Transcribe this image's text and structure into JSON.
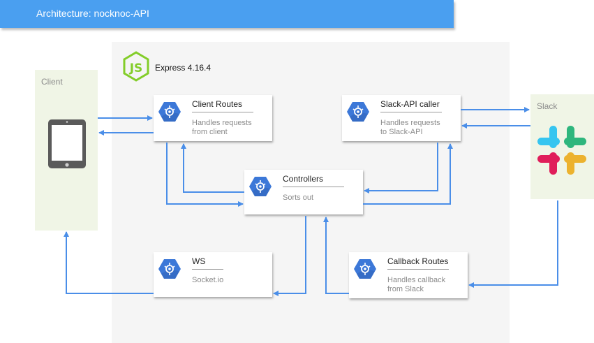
{
  "header": {
    "title": "Architecture:  nocknoc-API"
  },
  "express": {
    "label": "Express 4.16.4",
    "logo_text": "JS"
  },
  "client_zone": {
    "label": "Client"
  },
  "slack_zone": {
    "label": "Slack"
  },
  "nodes": {
    "client_routes": {
      "title": "Client Routes",
      "desc": "Handles requests\nfrom client"
    },
    "slack_api_caller": {
      "title": "Slack-API caller",
      "desc": "Handles requests\nto Slack-API"
    },
    "controllers": {
      "title": "Controllers",
      "desc": "Sorts out"
    },
    "ws": {
      "title": "WS",
      "desc": "Socket.io"
    },
    "callback_routes": {
      "title": "Callback Routes",
      "desc": "Handles callback\nfrom Slack"
    }
  },
  "colors": {
    "accent": "#4a9ff0",
    "arrow": "#4a8ee8",
    "node_icon": "#3c78d8",
    "node_icon_dark": "#2f63b8"
  }
}
